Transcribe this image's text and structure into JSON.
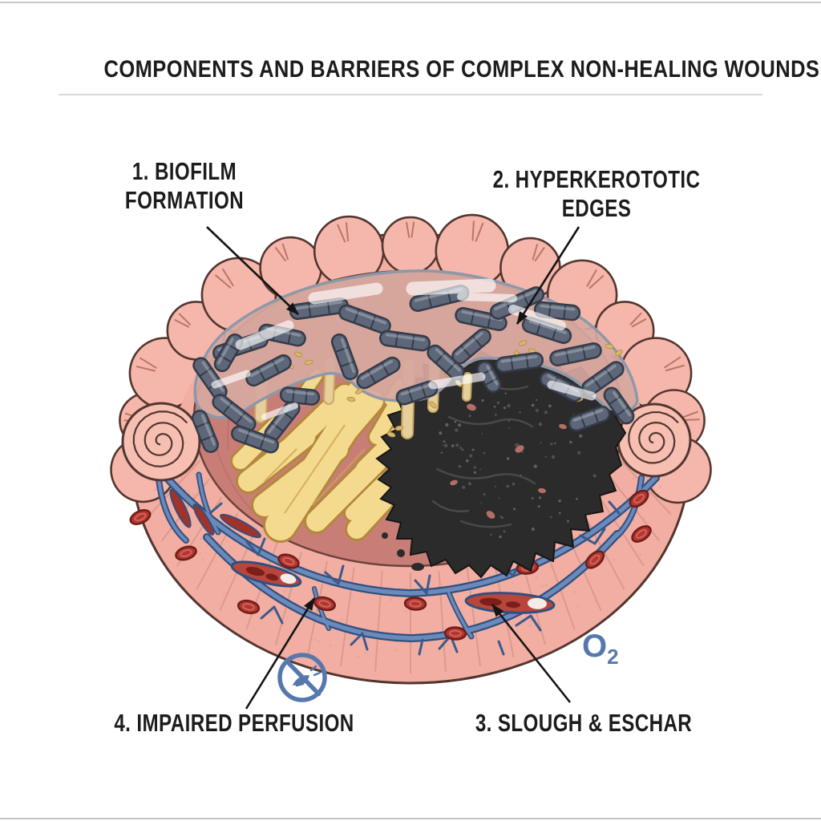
{
  "title": "COMPONENTS AND BARRIERS OF COMPLEX NON-HEALING WOUNDS",
  "labels": {
    "biofilm": {
      "line1": "1. BIOFILM",
      "line2": "FORMATION"
    },
    "hyperkerototic": {
      "line1": "2. HYPERKEROTOTIC",
      "line2": "EDGES"
    },
    "slough": {
      "text": "3. SLOUGH & ESCHAR"
    },
    "perfusion": {
      "text": "4. IMPAIRED PERFUSION"
    }
  },
  "annotations": {
    "oxygen_symbol": "O",
    "oxygen_subscript": "2"
  },
  "colors": {
    "ink": "#1c1c1c",
    "accent-blue": "#5778ad",
    "divider": "#d9d9d9",
    "frame": "#c6c6c6",
    "skin": "#f2aea2",
    "skin-bump": "#f5b7ab",
    "outline": "#53362f",
    "wound-bed": "#c87e77",
    "biofilm": "#d7a89f",
    "biofilm-edge": "#8d98a9",
    "bacteria": "#5e6779",
    "slough-fill": "#f3da8e",
    "slough-edge": "#b3873c",
    "eschar": "#2b2b2b",
    "vessel": "#6b8abc",
    "vessel-edge": "#31507e",
    "rbc": "#b23730"
  },
  "illustration": {
    "bacteria": [
      [
        300,
        432,
        -18,
        70
      ],
      [
        262,
        472,
        55,
        58
      ],
      [
        292,
        515,
        38,
        62
      ],
      [
        335,
        462,
        -28,
        60
      ],
      [
        352,
        418,
        12,
        58
      ],
      [
        398,
        385,
        -8,
        72
      ],
      [
        455,
        398,
        20,
        66
      ],
      [
        430,
        445,
        70,
        58
      ],
      [
        472,
        465,
        -30,
        58
      ],
      [
        505,
        425,
        8,
        62
      ],
      [
        548,
        372,
        -14,
        74
      ],
      [
        600,
        398,
        12,
        64
      ],
      [
        588,
        432,
        -40,
        56
      ],
      [
        645,
        378,
        -24,
        70
      ],
      [
        682,
        412,
        18,
        62
      ],
      [
        718,
        442,
        -12,
        64
      ],
      [
        752,
        472,
        -35,
        58
      ],
      [
        700,
        482,
        28,
        56
      ],
      [
        648,
        452,
        -8,
        58
      ],
      [
        556,
        452,
        42,
        54
      ],
      [
        520,
        490,
        -18,
        52
      ],
      [
        352,
        525,
        -52,
        58
      ],
      [
        318,
        548,
        20,
        60
      ],
      [
        256,
        538,
        68,
        54
      ],
      [
        772,
        506,
        55,
        50
      ],
      [
        735,
        522,
        -20,
        52
      ],
      [
        374,
        494,
        6,
        48
      ],
      [
        610,
        470,
        62,
        40
      ],
      [
        285,
        440,
        -60,
        50
      ],
      [
        695,
        388,
        6,
        56
      ]
    ],
    "spores": [
      [
        372,
        442,
        20
      ],
      [
        385,
        452,
        -15
      ],
      [
        362,
        456,
        40
      ],
      [
        438,
        498,
        10
      ],
      [
        448,
        488,
        -30
      ],
      [
        560,
        468,
        15
      ],
      [
        572,
        478,
        50
      ],
      [
        652,
        428,
        -20
      ],
      [
        664,
        438,
        25
      ],
      [
        645,
        442,
        70
      ],
      [
        722,
        498,
        -15
      ],
      [
        734,
        490,
        30
      ],
      [
        760,
        432,
        10
      ],
      [
        772,
        440,
        -35
      ],
      [
        488,
        542,
        20
      ],
      [
        498,
        534,
        -10
      ],
      [
        540,
        505,
        45
      ],
      [
        610,
        408,
        -25
      ],
      [
        618,
        398,
        30
      ]
    ],
    "rbcs": [
      [
        175,
        645,
        -25
      ],
      [
        232,
        690,
        -18
      ],
      [
        310,
        757,
        12
      ],
      [
        405,
        753,
        14
      ],
      [
        518,
        753,
        4
      ],
      [
        568,
        790,
        2
      ],
      [
        658,
        708,
        -8
      ],
      [
        742,
        698,
        -42
      ],
      [
        800,
        666,
        -35
      ],
      [
        797,
        622,
        -38
      ],
      [
        360,
        700,
        20
      ]
    ]
  }
}
